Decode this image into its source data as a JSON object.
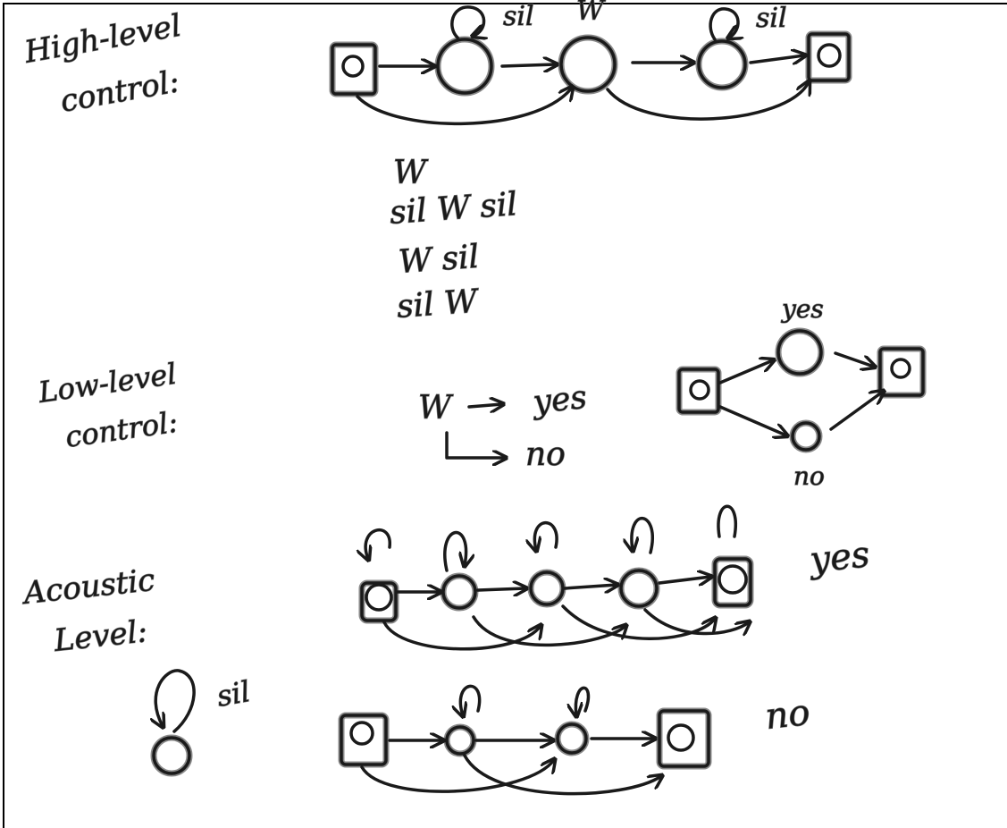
{
  "colors": {
    "ink": "#1a1a1a",
    "halo": "#8a8a8a",
    "paper": "#ffffff",
    "frame": "#000000"
  },
  "sections": {
    "high_level": {
      "label_line1": "High-level",
      "label_line2": "control:"
    },
    "low_level": {
      "label_line1": "Low-level",
      "label_line2": "control:"
    },
    "acoustic": {
      "label_line1": "Acoustic",
      "label_line2": "Level:"
    }
  },
  "high_level_diagram": {
    "loop_label_1": "sil",
    "middle_label": "W",
    "loop_label_2": "sil"
  },
  "word_sequences": [
    "W",
    "sil W sil",
    "W sil",
    "sil W"
  ],
  "low_level_rules": {
    "rule_1_from": "W",
    "rule_1_to": "yes",
    "rule_2_to": "no"
  },
  "low_level_diagram": {
    "top_label": "yes",
    "bottom_label": "no"
  },
  "acoustic_diagrams": {
    "yes_label": "yes",
    "no_label": "no",
    "sil_label": "sil"
  }
}
